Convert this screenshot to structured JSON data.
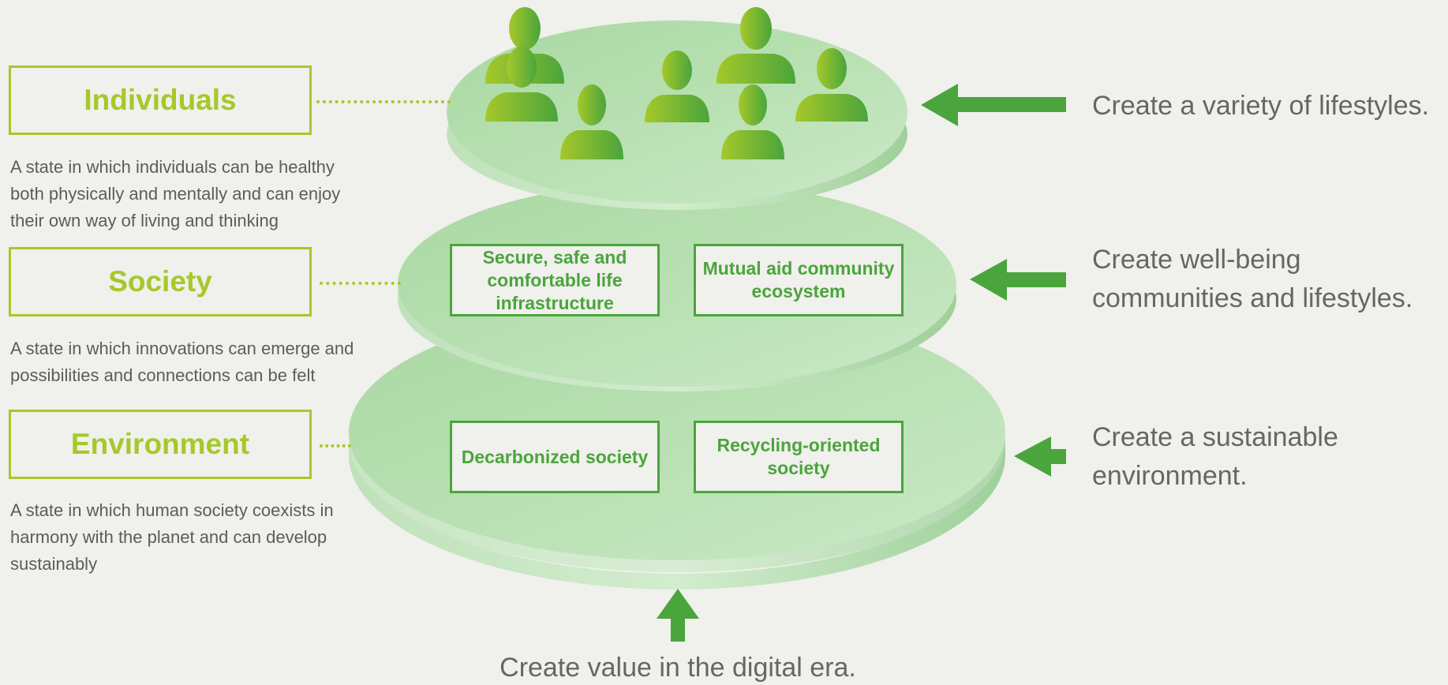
{
  "left_panels": [
    {
      "title": "Individuals",
      "description": [
        "A state in which individuals can be healthy",
        "both physically and mentally and can enjoy",
        "their own way of living and thinking"
      ]
    },
    {
      "title": "Society",
      "description": [
        "A state in which innovations can emerge and",
        "possibilities and connections can be felt"
      ]
    },
    {
      "title": "Environment",
      "description": [
        "A state in which human society coexists in",
        "harmony with the planet and can develop",
        "sustainably"
      ]
    }
  ],
  "layer_boxes": {
    "society_left": "Secure, safe and comfortable life infrastructure",
    "society_right": "Mutual aid community ecosystem",
    "environment_left": "Decarbonized society",
    "environment_right": "Recycling-oriented society"
  },
  "right_texts": {
    "individuals": [
      "Create a variety of lifestyles."
    ],
    "society": [
      "Create well-being",
      "communities and lifestyles."
    ],
    "environment": [
      "Create a sustainable",
      "environment."
    ]
  },
  "bottom_text": "Create value in the digital era.",
  "colors": {
    "lime": "#a6c82a",
    "green": "#4aa53c",
    "disc_light": "#c4e5c0",
    "disc_mid": "#9fd09a"
  }
}
